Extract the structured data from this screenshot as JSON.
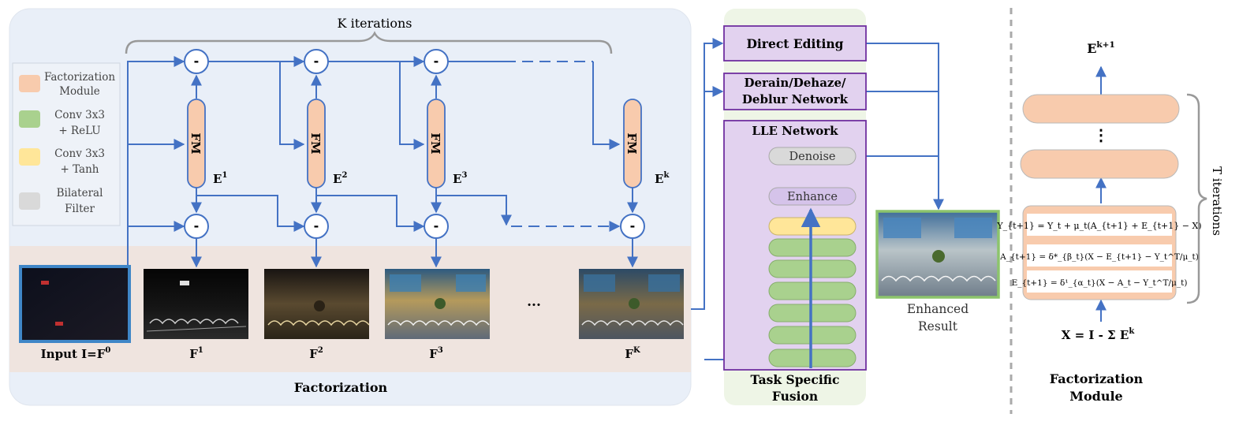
{
  "title": {
    "iterations": "K iterations",
    "factorization": "Factorization"
  },
  "legend": [
    {
      "label_l1": "Factorization",
      "label_l2": "Module",
      "color": "#f8cbad"
    },
    {
      "label_l1": "Conv 3x3",
      "label_l2": "+ ReLU",
      "color": "#a9d18e"
    },
    {
      "label_l1": "Conv 3x3",
      "label_l2": "+ Tanh",
      "color": "#ffe699"
    },
    {
      "label_l1": "Bilateral",
      "label_l2": "Filter",
      "color": "#d9d9d9"
    }
  ],
  "fm": {
    "label": "FM",
    "minus": "-"
  },
  "e_labels": [
    {
      "base": "E",
      "sup": "1"
    },
    {
      "base": "E",
      "sup": "2"
    },
    {
      "base": "E",
      "sup": "3"
    },
    {
      "base": "E",
      "sup": "k"
    }
  ],
  "f_labels": [
    {
      "base": "Input I=F",
      "sup": "0"
    },
    {
      "base": "F",
      "sup": "1"
    },
    {
      "base": "F",
      "sup": "2"
    },
    {
      "base": "F",
      "sup": "3"
    },
    {
      "base": "F",
      "sup": "K"
    }
  ],
  "ellipsis": "...",
  "task": {
    "direct": "Direct Editing",
    "derain_l1": "Derain/Dehaze/",
    "derain_l2": "Deblur Network",
    "lle": "LLE Network",
    "denoise": "Denoise",
    "enhance": "Enhance",
    "fusion_l1": "Task Specific",
    "fusion_l2": "Fusion"
  },
  "enhanced": {
    "l1": "Enhanced",
    "l2": "Result"
  },
  "fmodule": {
    "top_base": "E",
    "top_sup": "k+1",
    "vdots": "⋮",
    "t_iterations": "T iterations",
    "eq1": "Y_{t+1} = Y_t + μ_t(A_{t+1} + E_{t+1} − X)",
    "eq2": "A_{t+1} = δ*_{β_t}(X − E_{t+1} − Y_t^T/μ_t)",
    "eq3": "E_{t+1} = δ¹_{α_t}(X − A_t − Y_t^T/μ_t)",
    "input_base": "X = I - Σ E",
    "input_sup": "k",
    "caption_l1": "Factorization",
    "caption_l2": "Module"
  },
  "colors": {
    "panel": "#e9eff8",
    "strip": "#efe4df",
    "arrow": "#4472c4",
    "task_bg": "#eef5e6",
    "task_box": "#e2d2ef",
    "task_border": "#7030a0",
    "fm": "#f8cbad",
    "relu": "#a9d18e",
    "tanh": "#ffe699",
    "bilateral": "#d9d9d9",
    "enhance": "#d5c3ea",
    "result_border": "#8cc46c"
  }
}
